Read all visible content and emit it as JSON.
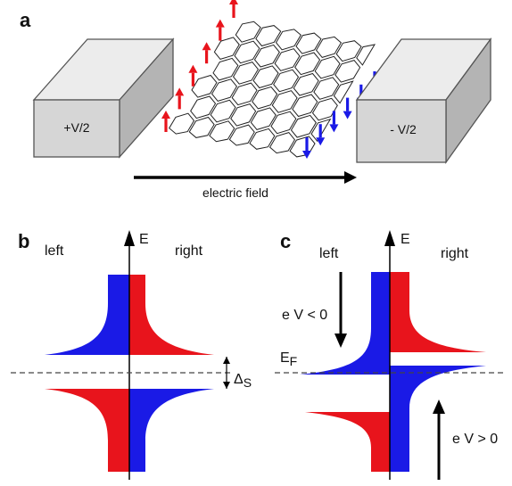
{
  "panel_a": {
    "label": "a",
    "left_electrode": "+V/2",
    "right_electrode": "- V/2",
    "field_label": "electric field"
  },
  "panel_b": {
    "label": "b",
    "left": "left",
    "right": "right",
    "axis": "E",
    "gap": "Δ",
    "gap_sub": "S"
  },
  "panel_c": {
    "label": "c",
    "left": "left",
    "right": "right",
    "axis": "E",
    "fermi": "E",
    "fermi_sub": "F",
    "bias_down": "e  V < 0",
    "bias_up": "e  V > 0"
  },
  "colors": {
    "spin_up": "#e8141c",
    "spin_down": "#1a1ae6",
    "electrode_fill": "#d6d6d6",
    "electrode_top": "#ececec",
    "electrode_side": "#b4b4b4"
  }
}
